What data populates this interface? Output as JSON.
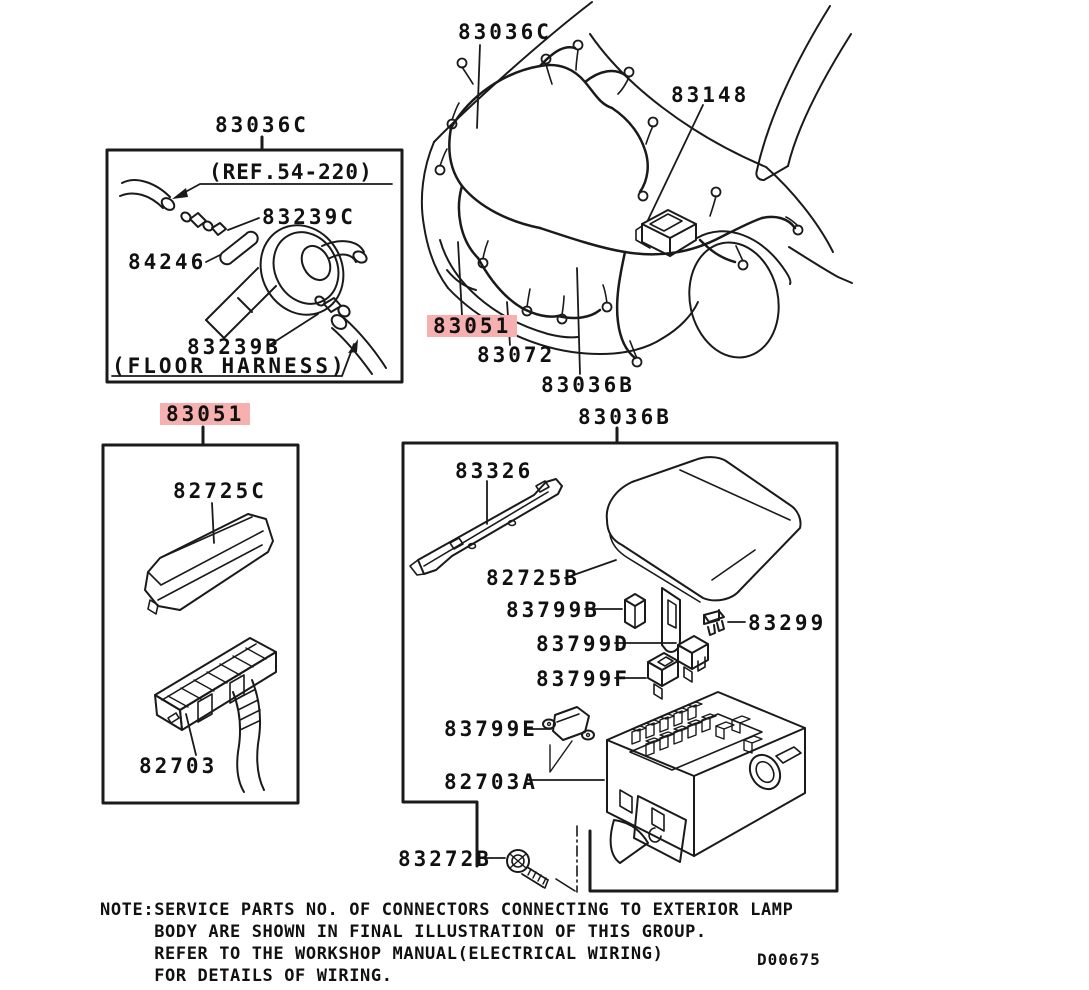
{
  "highlight_color": "#f7b0b0",
  "insets": {
    "grommet": {
      "title": "83036C",
      "ref": "(REF.54-220)",
      "part_83239c": "83239C",
      "part_84246": "84246",
      "part_83239b": "83239B",
      "floor_harness": "(FLOOR HARNESS)"
    },
    "fuse_block": {
      "title": "83051",
      "part_82725c": "82725C",
      "part_82703": "82703"
    },
    "relay_box": {
      "title": "83036B",
      "part_83326": "83326",
      "part_82725b": "82725B",
      "part_83799b": "83799B",
      "part_83299": "83299",
      "part_83799d": "83799D",
      "part_83799f": "83799F",
      "part_83799e": "83799E",
      "part_82703a": "82703A"
    }
  },
  "car": {
    "part_83036c": "83036C",
    "part_83148": "83148",
    "part_83051": "83051",
    "part_83072": "83072",
    "part_83036b": "83036B"
  },
  "bolt": {
    "part_83272b": "83272B"
  },
  "note": {
    "prefix": "NOTE:",
    "lines": [
      "SERVICE PARTS NO. OF CONNECTORS CONNECTING TO EXTERIOR LAMP",
      "BODY ARE SHOWN IN FINAL ILLUSTRATION OF THIS GROUP.",
      "REFER TO THE WORKSHOP MANUAL(ELECTRICAL WIRING)",
      "FOR DETAILS OF WIRING."
    ]
  },
  "doc_code": "D00675"
}
